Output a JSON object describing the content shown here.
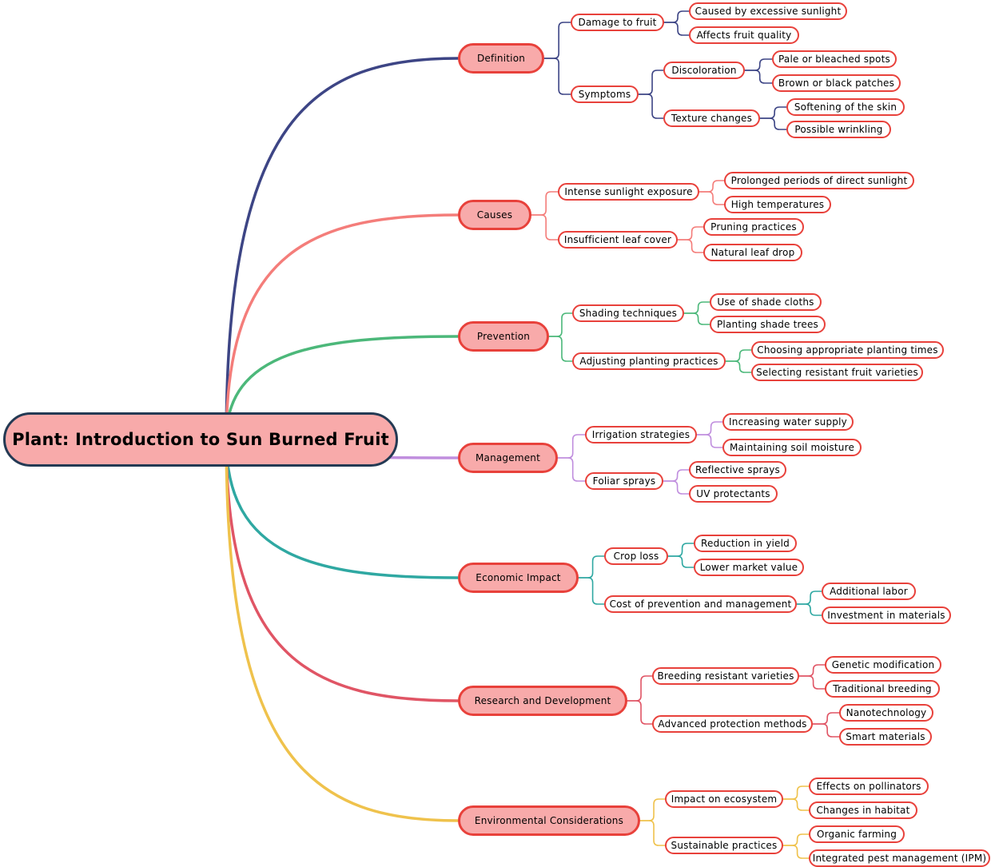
{
  "root": {
    "label": "Plant: Introduction to Sun Burned Fruit"
  },
  "branches": [
    {
      "label": "Definition",
      "color": "#3d4585",
      "children": [
        {
          "label": "Damage to fruit",
          "children": [
            {
              "label": "Caused by excessive sunlight"
            },
            {
              "label": "Affects fruit quality"
            }
          ]
        },
        {
          "label": "Symptoms",
          "children": [
            {
              "label": "Discoloration",
              "children": [
                {
                  "label": "Pale or bleached spots"
                },
                {
                  "label": "Brown or black patches"
                }
              ]
            },
            {
              "label": "Texture changes",
              "children": [
                {
                  "label": "Softening of the skin"
                },
                {
                  "label": "Possible wrinkling"
                }
              ]
            }
          ]
        }
      ]
    },
    {
      "label": "Causes",
      "color": "#f47d7a",
      "children": [
        {
          "label": "Intense sunlight exposure",
          "children": [
            {
              "label": "Prolonged periods of direct sunlight"
            },
            {
              "label": "High temperatures"
            }
          ]
        },
        {
          "label": "Insufficient leaf cover",
          "children": [
            {
              "label": "Pruning practices"
            },
            {
              "label": "Natural leaf drop"
            }
          ]
        }
      ]
    },
    {
      "label": "Prevention",
      "color": "#4cb87a",
      "children": [
        {
          "label": "Shading techniques",
          "children": [
            {
              "label": "Use of shade cloths"
            },
            {
              "label": "Planting shade trees"
            }
          ]
        },
        {
          "label": "Adjusting planting practices",
          "children": [
            {
              "label": "Choosing appropriate planting times"
            },
            {
              "label": "Selecting resistant fruit varieties"
            }
          ]
        }
      ]
    },
    {
      "label": "Management",
      "color": "#c08ede",
      "children": [
        {
          "label": "Irrigation strategies",
          "children": [
            {
              "label": "Increasing water supply"
            },
            {
              "label": "Maintaining soil moisture"
            }
          ]
        },
        {
          "label": "Foliar sprays",
          "children": [
            {
              "label": "Reflective sprays"
            },
            {
              "label": "UV protectants"
            }
          ]
        }
      ]
    },
    {
      "label": "Economic Impact",
      "color": "#2fa8a2",
      "children": [
        {
          "label": "Crop loss",
          "children": [
            {
              "label": "Reduction in yield"
            },
            {
              "label": "Lower market value"
            }
          ]
        },
        {
          "label": "Cost of prevention and management",
          "children": [
            {
              "label": "Additional labor"
            },
            {
              "label": "Investment in materials"
            }
          ]
        }
      ]
    },
    {
      "label": "Research and Development",
      "color": "#e05565",
      "children": [
        {
          "label": "Breeding resistant varieties",
          "children": [
            {
              "label": "Genetic modification"
            },
            {
              "label": "Traditional breeding"
            }
          ]
        },
        {
          "label": "Advanced protection methods",
          "children": [
            {
              "label": "Nanotechnology"
            },
            {
              "label": "Smart materials"
            }
          ]
        }
      ]
    },
    {
      "label": "Environmental Considerations",
      "color": "#efc24c",
      "children": [
        {
          "label": "Impact on ecosystem",
          "children": [
            {
              "label": "Effects on pollinators"
            },
            {
              "label": "Changes in habitat"
            }
          ]
        },
        {
          "label": "Sustainable practices",
          "children": [
            {
              "label": "Organic farming"
            },
            {
              "label": "Integrated pest management (IPM)"
            }
          ]
        }
      ]
    }
  ]
}
